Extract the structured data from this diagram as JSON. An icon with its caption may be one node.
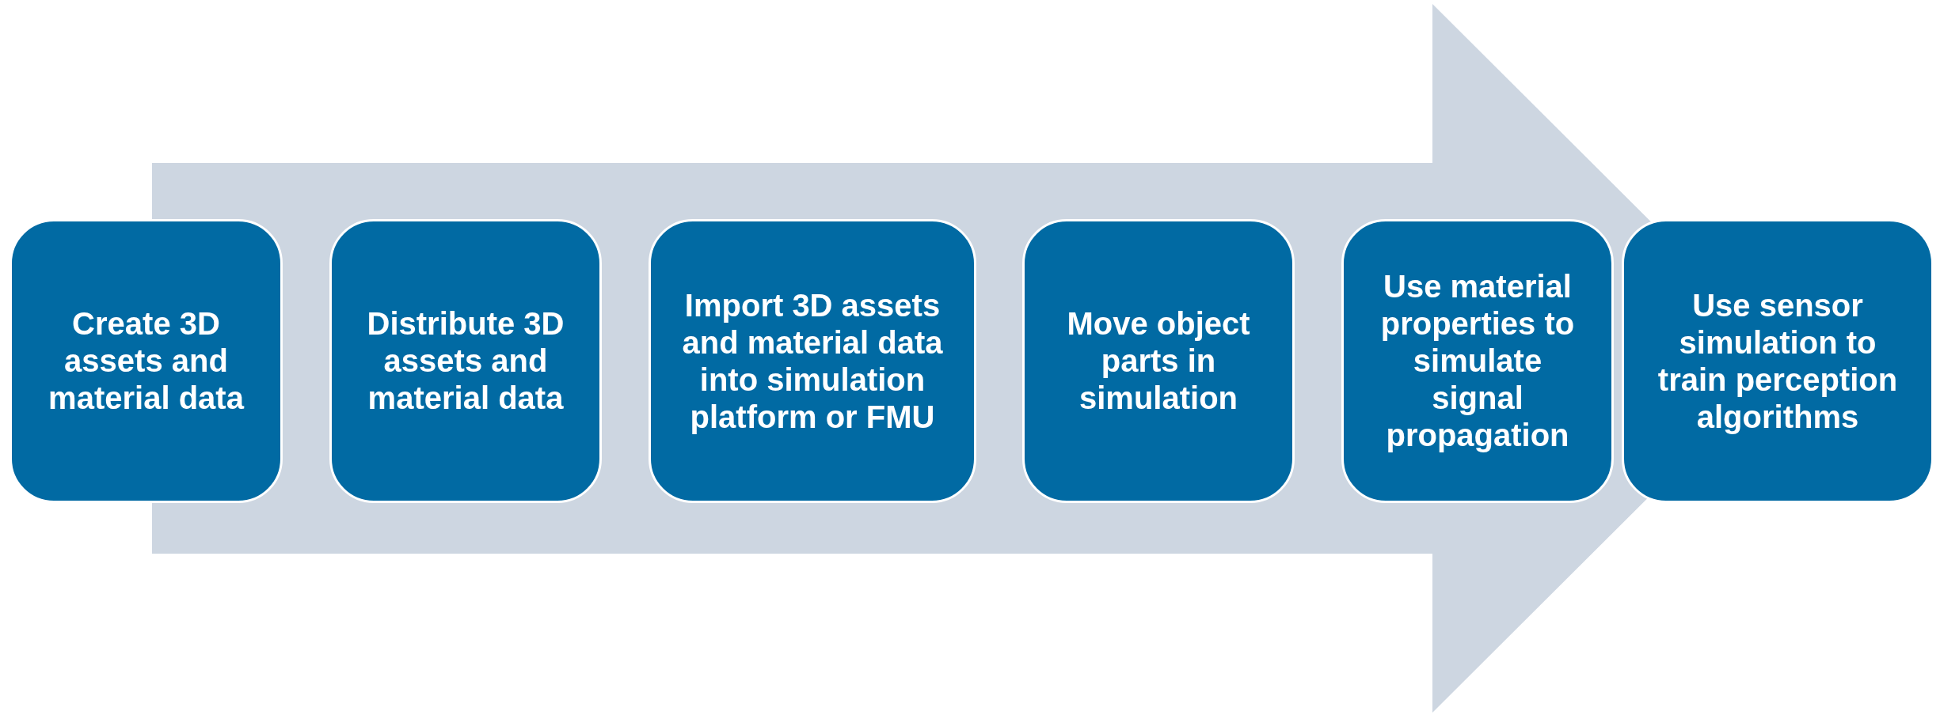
{
  "diagram": {
    "nodes": [
      {
        "text": [
          "Create 3D assets and material data"
        ]
      },
      {
        "text": [
          "Distribute 3D assets and material data"
        ]
      },
      {
        "text": [
          "Import 3D assets and material data into simulation platform or FMU"
        ]
      },
      {
        "text": [
          "Move object parts in simulation"
        ]
      },
      {
        "text": [
          "Use material properties to simulate signal propagation"
        ]
      },
      {
        "text": [
          "Use sensor simulation to train perception algorithms"
        ]
      }
    ],
    "edges": [
      {
        "from": 0,
        "to": 5,
        "arrow": "to",
        "style": "thick"
      }
    ]
  }
}
